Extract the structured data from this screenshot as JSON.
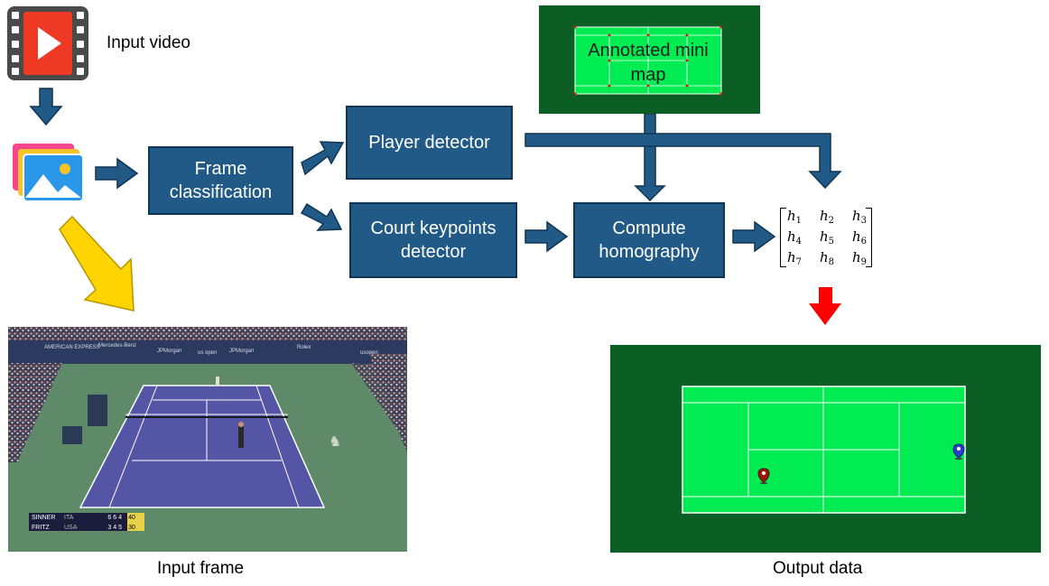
{
  "captions": {
    "input_video": "Input video",
    "input_frame": "Input frame",
    "output_data": "Output data"
  },
  "boxes": {
    "frame_classification": "Frame classification",
    "player_detector": "Player detector",
    "court_keypoints_detector": "Court keypoints detector",
    "compute_homography": "Compute homography"
  },
  "mini_map": {
    "label": "Annotated mini map"
  },
  "matrix": {
    "rows": [
      [
        {
          "v": "h",
          "s": "1"
        },
        {
          "v": "h",
          "s": "2"
        },
        {
          "v": "h",
          "s": "3"
        }
      ],
      [
        {
          "v": "h",
          "s": "4"
        },
        {
          "v": "h",
          "s": "5"
        },
        {
          "v": "h",
          "s": "6"
        }
      ],
      [
        {
          "v": "h",
          "s": "7"
        },
        {
          "v": "h",
          "s": "8"
        },
        {
          "v": "h",
          "s": "9"
        }
      ]
    ]
  },
  "scoreboard": {
    "player1": "SINNER",
    "country1": "ITA",
    "scores1": "6 6 4",
    "points1": "40",
    "player2": "FRITZ",
    "country2": "USA",
    "scores2": "3 4 5",
    "points2": "30"
  },
  "colors": {
    "box_fill": "#215a87",
    "arrow_blue": "#215a87",
    "arrow_yellow": "#ffd400",
    "arrow_red": "#ff0000",
    "court_dark": "#0b5e24",
    "court_light": "#00ec52"
  },
  "icons": [
    "video-file-icon",
    "image-stack-icon",
    "location-pin-icon"
  ]
}
